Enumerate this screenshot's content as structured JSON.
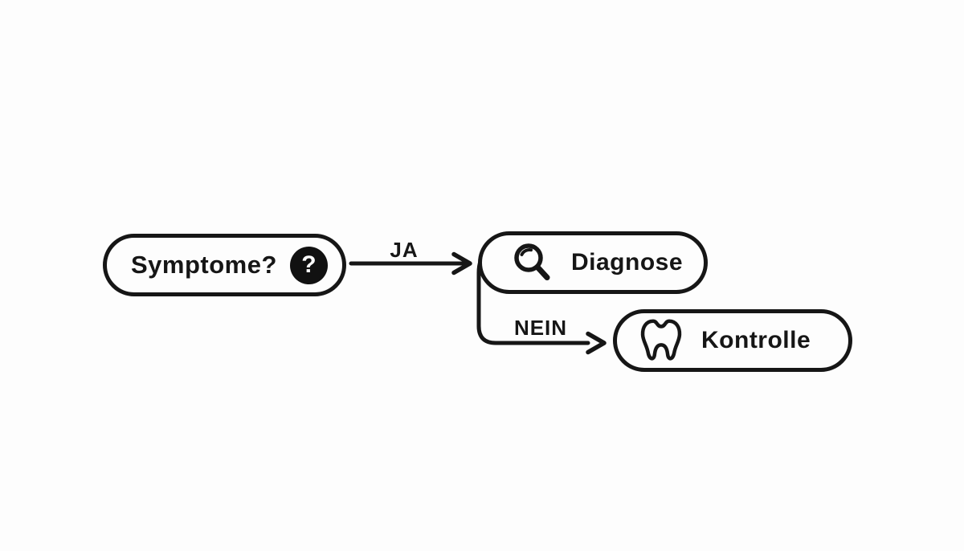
{
  "diagram": {
    "type": "flowchart",
    "background_color": "#fdfdfd",
    "line_color": "#161616",
    "nodes": [
      {
        "id": "symptome",
        "label": "Symptome?",
        "icon": "question-mark-icon",
        "icon_glyph": "?"
      },
      {
        "id": "diagnose",
        "label": "Diagnose",
        "icon": "search-icon"
      },
      {
        "id": "kontrolle",
        "label": "Kontrolle",
        "icon": "tooth-icon"
      }
    ],
    "edges": [
      {
        "from": "symptome",
        "to": "diagnose",
        "label": "JA"
      },
      {
        "from": "symptome",
        "to": "kontrolle",
        "label": "NEIN"
      }
    ]
  }
}
